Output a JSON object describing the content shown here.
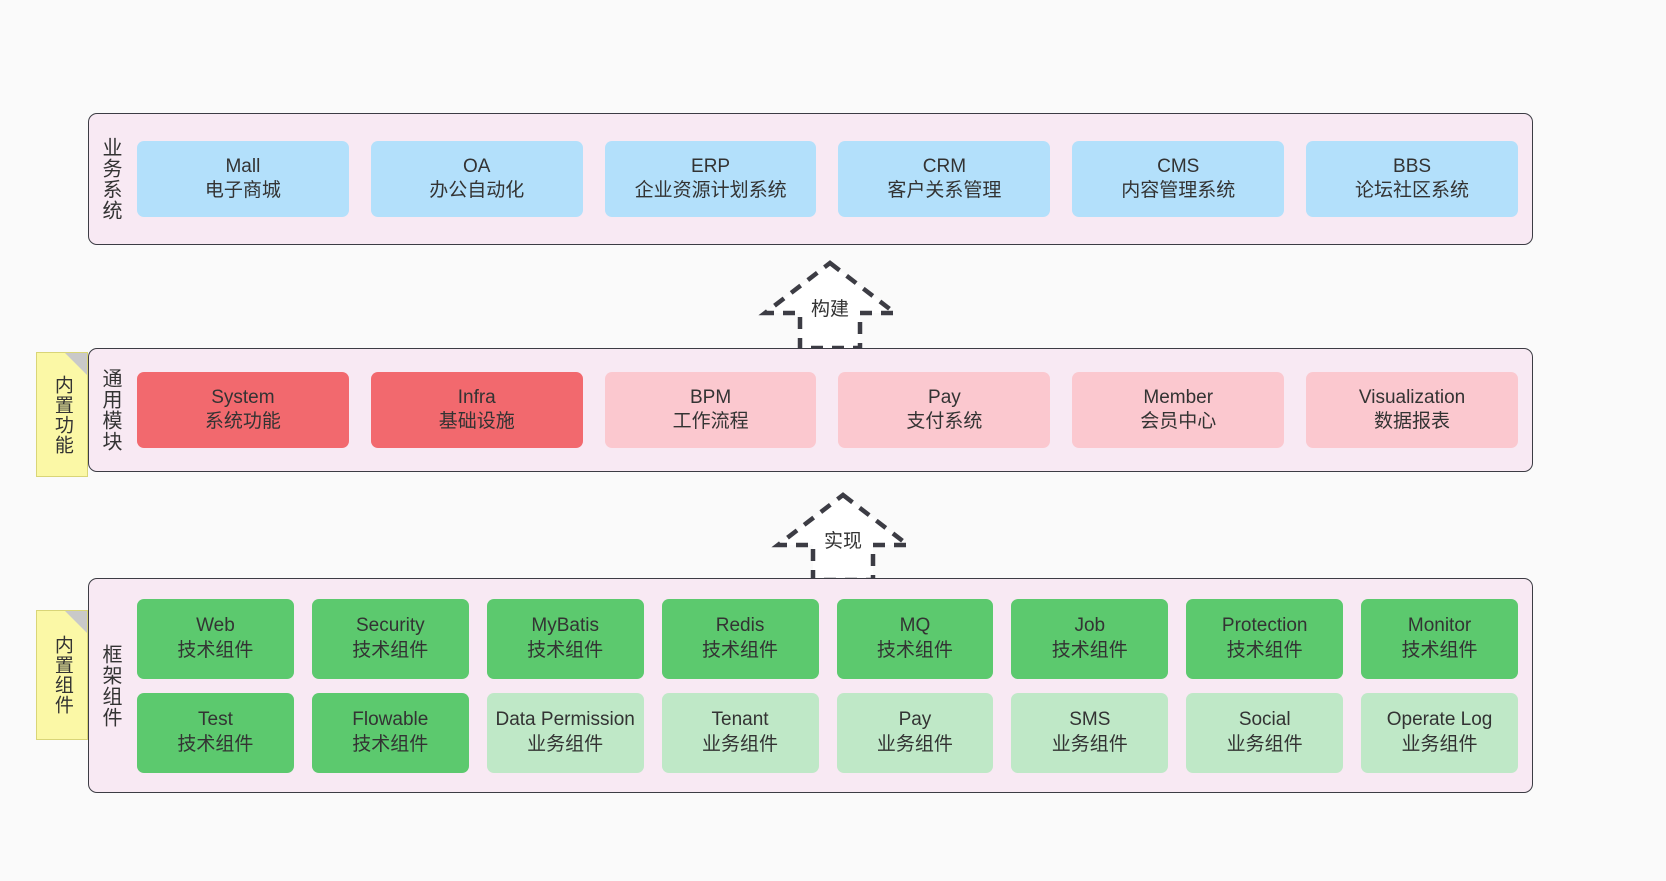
{
  "diagram": {
    "background_color": "#fafafa",
    "layer_fill": "#f8e9f3",
    "layer_border": "#3c3c44"
  },
  "notes": [
    {
      "id": "builtin-function",
      "label": "内置功能",
      "color": "#fbf8a6"
    },
    {
      "id": "builtin-component",
      "label": "内置组件",
      "color": "#fbf8a6"
    }
  ],
  "connectors": [
    {
      "id": "build",
      "label": "构建",
      "style": "dashed-hollow-triangle-up"
    },
    {
      "id": "implement",
      "label": "实现",
      "style": "dashed-hollow-triangle-up"
    }
  ],
  "layers": [
    {
      "id": "business-systems",
      "title": "业务系统",
      "rows": [
        [
          {
            "en": "Mall",
            "cn": "电子商城",
            "color": "#b3e0fb",
            "tone": "blue"
          },
          {
            "en": "OA",
            "cn": "办公自动化",
            "color": "#b3e0fb",
            "tone": "blue"
          },
          {
            "en": "ERP",
            "cn": "企业资源计划系统",
            "color": "#b3e0fb",
            "tone": "blue"
          },
          {
            "en": "CRM",
            "cn": "客户关系管理",
            "color": "#b3e0fb",
            "tone": "blue"
          },
          {
            "en": "CMS",
            "cn": "内容管理系统",
            "color": "#b3e0fb",
            "tone": "blue"
          },
          {
            "en": "BBS",
            "cn": "论坛社区系统",
            "color": "#b3e0fb",
            "tone": "blue"
          }
        ]
      ]
    },
    {
      "id": "common-modules",
      "title": "通用模块",
      "rows": [
        [
          {
            "en": "System",
            "cn": "系统功能",
            "color": "#f2696e",
            "tone": "red"
          },
          {
            "en": "Infra",
            "cn": "基础设施",
            "color": "#f2696e",
            "tone": "red"
          },
          {
            "en": "BPM",
            "cn": "工作流程",
            "color": "#fbc8cf",
            "tone": "pink"
          },
          {
            "en": "Pay",
            "cn": "支付系统",
            "color": "#fbc8cf",
            "tone": "pink"
          },
          {
            "en": "Member",
            "cn": "会员中心",
            "color": "#fbc8cf",
            "tone": "pink"
          },
          {
            "en": "Visualization",
            "cn": "数据报表",
            "color": "#fbc8cf",
            "tone": "pink"
          }
        ]
      ]
    },
    {
      "id": "framework-components",
      "title": "框架组件",
      "rows": [
        [
          {
            "en": "Web",
            "cn": "技术组件",
            "color": "#5cc96e",
            "tone": "green"
          },
          {
            "en": "Security",
            "cn": "技术组件",
            "color": "#5cc96e",
            "tone": "green"
          },
          {
            "en": "MyBatis",
            "cn": "技术组件",
            "color": "#5cc96e",
            "tone": "green"
          },
          {
            "en": "Redis",
            "cn": "技术组件",
            "color": "#5cc96e",
            "tone": "green"
          },
          {
            "en": "MQ",
            "cn": "技术组件",
            "color": "#5cc96e",
            "tone": "green"
          },
          {
            "en": "Job",
            "cn": "技术组件",
            "color": "#5cc96e",
            "tone": "green"
          },
          {
            "en": "Protection",
            "cn": "技术组件",
            "color": "#5cc96e",
            "tone": "green"
          },
          {
            "en": "Monitor",
            "cn": "技术组件",
            "color": "#5cc96e",
            "tone": "green"
          }
        ],
        [
          {
            "en": "Test",
            "cn": "技术组件",
            "color": "#5cc96e",
            "tone": "green"
          },
          {
            "en": "Flowable",
            "cn": "技术组件",
            "color": "#5cc96e",
            "tone": "green"
          },
          {
            "en": "Data Permission",
            "cn": "业务组件",
            "color": "#bfe8c7",
            "tone": "lgreen"
          },
          {
            "en": "Tenant",
            "cn": "业务组件",
            "color": "#bfe8c7",
            "tone": "lgreen"
          },
          {
            "en": "Pay",
            "cn": "业务组件",
            "color": "#bfe8c7",
            "tone": "lgreen"
          },
          {
            "en": "SMS",
            "cn": "业务组件",
            "color": "#bfe8c7",
            "tone": "lgreen"
          },
          {
            "en": "Social",
            "cn": "业务组件",
            "color": "#bfe8c7",
            "tone": "lgreen"
          },
          {
            "en": "Operate Log",
            "cn": "业务组件",
            "color": "#bfe8c7",
            "tone": "lgreen"
          }
        ]
      ]
    }
  ]
}
